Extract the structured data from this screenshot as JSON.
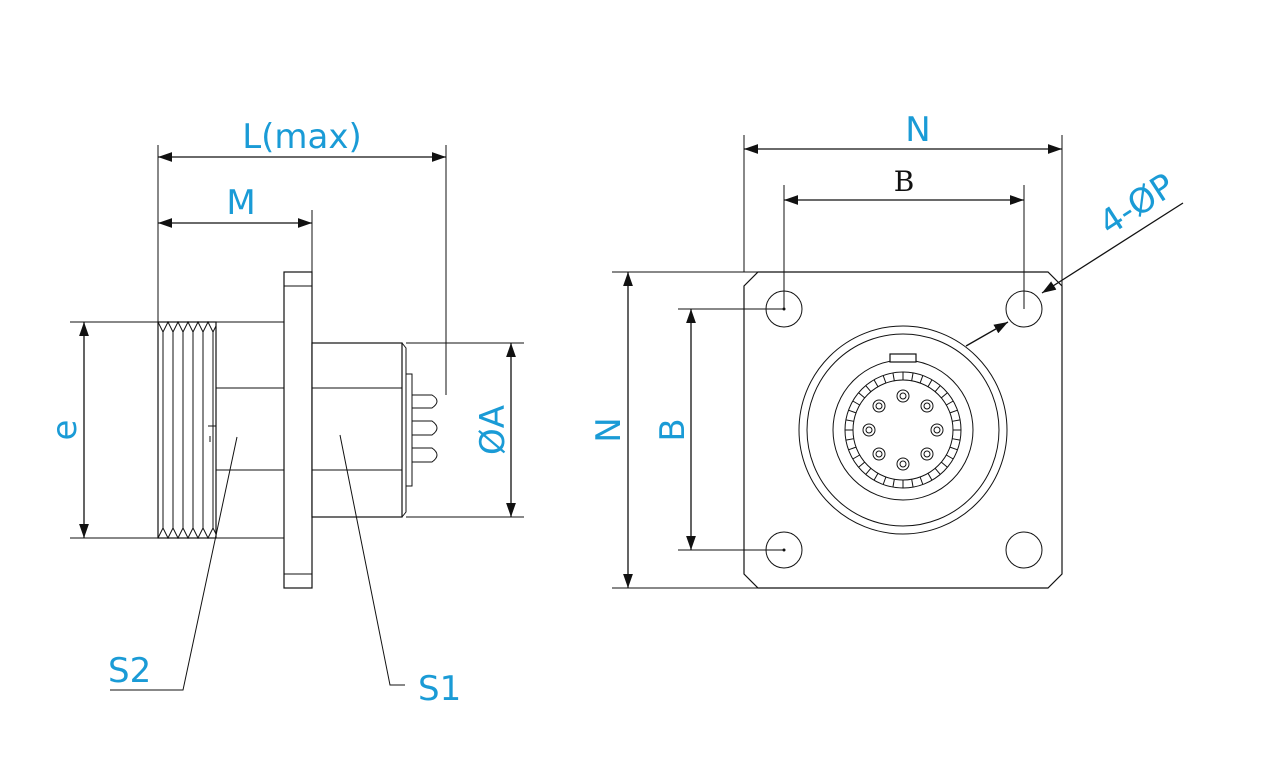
{
  "colors": {
    "label": "#1a9bd6",
    "line": "#111111"
  },
  "labels": {
    "l_max": "L(max)",
    "m": "M",
    "e": "e",
    "dia_a": "ØA",
    "s1": "S1",
    "s2": "S2",
    "n_top": "N",
    "b_top": "B",
    "n_left": "N",
    "b_left": "B",
    "hole_spec": "4-ØP"
  }
}
